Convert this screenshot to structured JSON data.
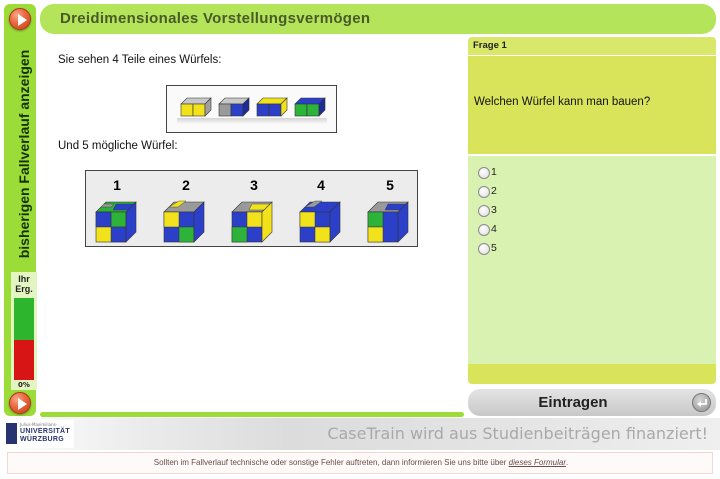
{
  "sidebar": {
    "history_label": "bisherigen Fallverlauf anzeigen",
    "score_label_line1": "Ihr",
    "score_label_line2": "Erg.",
    "score_percent": "0%",
    "score_bar": {
      "green_fraction": 0.51,
      "red_fraction": 0.49
    },
    "button_icon": "play-icon"
  },
  "header": {
    "title": "Dreidimensionales Vorstellungsvermögen"
  },
  "main": {
    "intro_text": "Sie sehen 4 Teile eines Würfels:",
    "options_text": "Und 5 mögliche Würfel:",
    "cube_numbers": [
      "1",
      "2",
      "3",
      "4",
      "5"
    ]
  },
  "question": {
    "header": "Frage 1",
    "text": "Welchen Würfel kann man bauen?",
    "options": [
      "1",
      "2",
      "3",
      "4",
      "5"
    ]
  },
  "submit": {
    "label": "Eintragen",
    "icon": "enter-icon"
  },
  "banner": {
    "logo_small": "Julius-Maximilians-",
    "logo_line1": "UNIVERSITÄT",
    "logo_line2": "WÜRZBURG",
    "text": "CaseTrain wird aus Studienbeiträgen finanziert!"
  },
  "footer": {
    "text": "Sollten im Fallverlauf technische oder sonstige Fehler auftreten, dann informieren Sie uns bitte über",
    "link": "dieses Formular",
    "suffix": "."
  },
  "colors": {
    "accent_green": "#9cdc38",
    "header_green": "#b3e45a",
    "question_yellow": "#d9e45a",
    "answers_green": "#d9f2b2",
    "cube_yellow": "#f2e21c",
    "cube_blue": "#2b3fc8",
    "cube_green": "#2db33a",
    "cube_gray": "#9a9a9a"
  }
}
